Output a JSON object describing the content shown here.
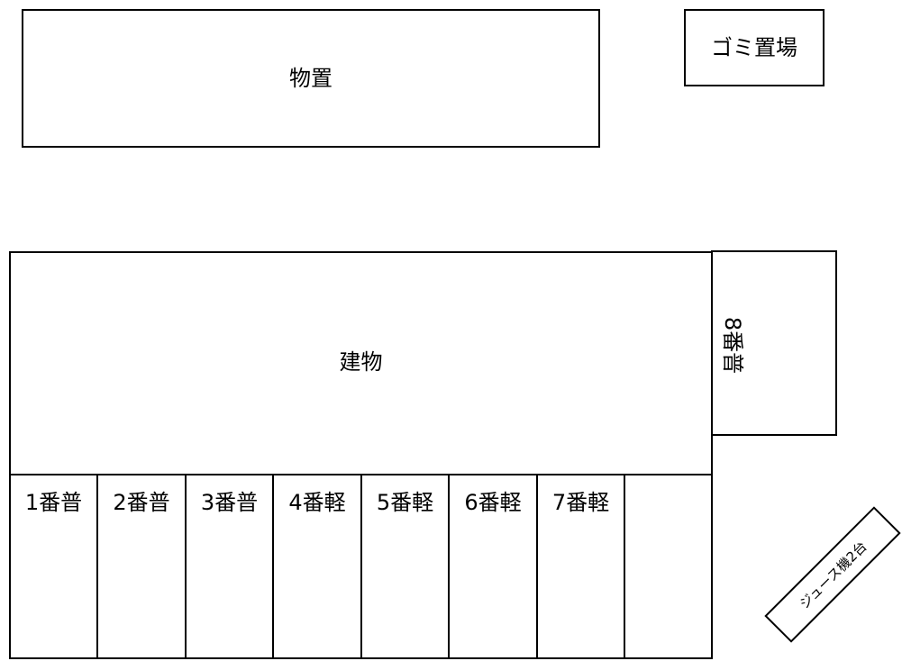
{
  "storage": {
    "label": "物置"
  },
  "garbage": {
    "label": "ゴミ置場"
  },
  "building": {
    "label": "建物"
  },
  "space8": {
    "label": "8番普"
  },
  "slots": [
    {
      "label": "1番普"
    },
    {
      "label": "2番普"
    },
    {
      "label": "3番普"
    },
    {
      "label": "4番軽"
    },
    {
      "label": "5番軽"
    },
    {
      "label": "6番軽"
    },
    {
      "label": "7番軽"
    },
    {
      "label": ""
    }
  ],
  "vending": {
    "label": "ジュース機2台"
  }
}
